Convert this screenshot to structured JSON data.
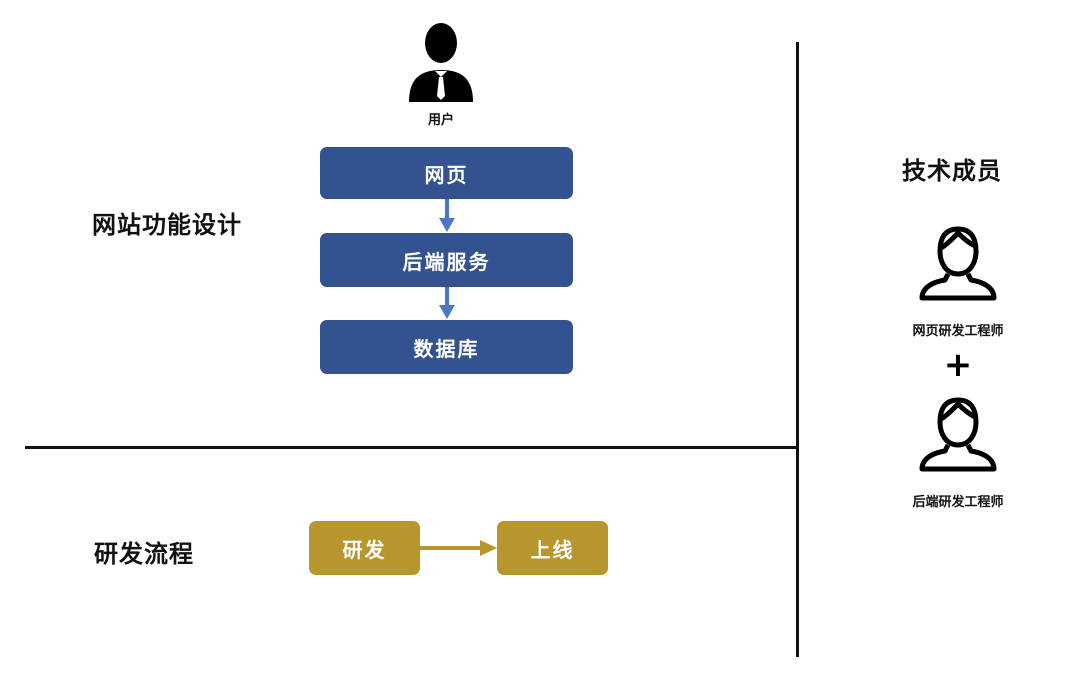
{
  "colors": {
    "blue_box": "#33528f",
    "blue_arrow": "#4a78c4",
    "gold_box": "#b8962e",
    "divider": "#111111"
  },
  "user": {
    "icon": "user-silhouette-icon",
    "label": "用户"
  },
  "design": {
    "title": "网站功能设计",
    "flow": [
      "网页",
      "后端服务",
      "数据库"
    ]
  },
  "process": {
    "title": "研发流程",
    "steps": [
      "研发",
      "上线"
    ]
  },
  "team": {
    "title": "技术成员",
    "members": [
      {
        "icon": "person-outline-icon",
        "role": "网页研发工程师"
      },
      {
        "icon": "person-outline-icon",
        "role": "后端研发工程师"
      }
    ],
    "plus": "+"
  }
}
